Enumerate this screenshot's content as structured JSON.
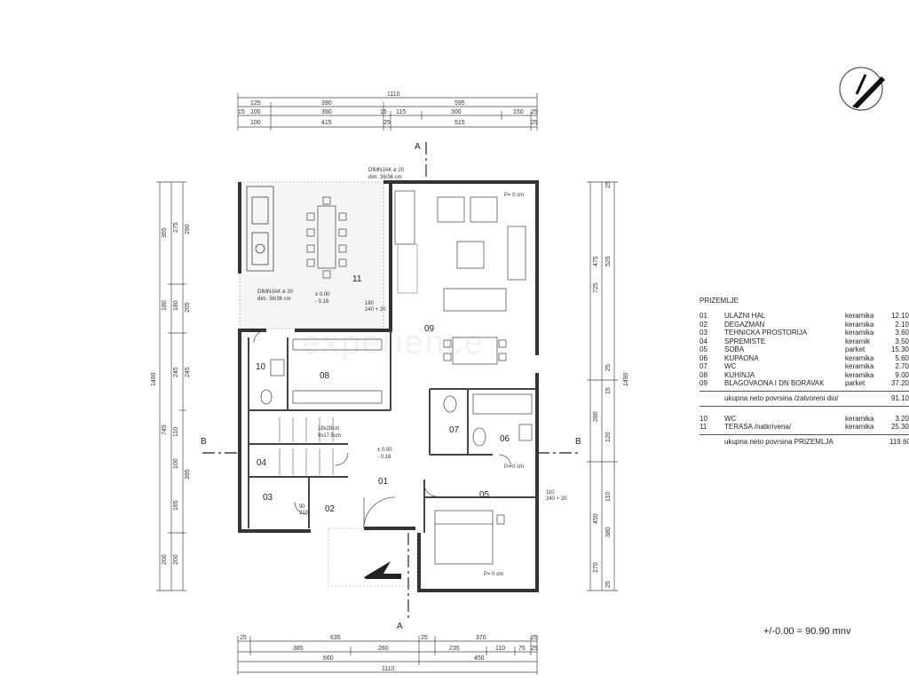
{
  "watermark": "experience",
  "dims_top": {
    "overall": "1110",
    "row1": [
      "125",
      "390",
      "595"
    ],
    "row2": [
      "15",
      "100",
      "390",
      "15",
      "115",
      "300",
      "150",
      "25"
    ],
    "row3": [
      "100",
      "415",
      "25",
      "515",
      "25"
    ]
  },
  "dims_bottom": {
    "row1": [
      "25",
      "635",
      "25",
      "370",
      "25"
    ],
    "row2": [
      "385",
      "260",
      "235",
      "110",
      "75",
      "25"
    ],
    "row3": [
      "660",
      "450"
    ],
    "overall": "1110"
  },
  "dims_left": {
    "overall": "1490",
    "outer": [
      "365",
      "180",
      "745",
      "200"
    ],
    "mid": [
      "275",
      "180",
      "245",
      "110",
      "100",
      "165",
      "200"
    ],
    "inner": [
      "290",
      "205",
      "245",
      "395"
    ]
  },
  "dims_right": {
    "overall": "1490",
    "outer": [
      "475",
      "725",
      "280",
      "450",
      "270"
    ],
    "mid": [
      "525",
      "15",
      "120",
      "110",
      "380"
    ],
    "inner": [
      "25",
      "25",
      "25"
    ]
  },
  "section_marks": {
    "top": "A",
    "bottom": "A",
    "left": "B",
    "right": "B"
  },
  "notes": {
    "chimney_top": [
      "DIMNJAK ø 20",
      "dim. 36/36 cm"
    ],
    "chimney_left": [
      "DIMNJAK ø 20",
      "dim. 36/36 cm"
    ],
    "level_terrace": [
      "± 0.00",
      "- 0.18"
    ],
    "level_hall": [
      "± 0.00",
      "- 0.18"
    ],
    "stair": [
      "18x28cm",
      "9x17.5cm"
    ],
    "p0": "P= 0 cm",
    "door_a": [
      "180",
      "240 + 20"
    ],
    "door_b": [
      "110",
      "240 + 20"
    ],
    "door_c": [
      "90",
      "210"
    ]
  },
  "rooms": [
    {
      "id": "11"
    },
    {
      "id": "09"
    },
    {
      "id": "10"
    },
    {
      "id": "08"
    },
    {
      "id": "07"
    },
    {
      "id": "06"
    },
    {
      "id": "04"
    },
    {
      "id": "01"
    },
    {
      "id": "03"
    },
    {
      "id": "02"
    },
    {
      "id": "05"
    }
  ],
  "legend": {
    "title": "PRIZEMLJE",
    "rows": [
      {
        "num": "01",
        "name": "ULAZNI HAL",
        "material": "keramika",
        "area": "12.10"
      },
      {
        "num": "02",
        "name": "DEGAZMAN",
        "material": "keramika",
        "area": "2.10"
      },
      {
        "num": "03",
        "name": "TEHNICKA PROSTORIJA",
        "material": "keramika",
        "area": "3.60"
      },
      {
        "num": "04",
        "name": "SPREMISTE",
        "material": "keramik",
        "area": "3.50"
      },
      {
        "num": "05",
        "name": "SOBA",
        "material": "parket",
        "area": "15.30"
      },
      {
        "num": "06",
        "name": "KUPAONA",
        "material": "keramika",
        "area": "5.60"
      },
      {
        "num": "07",
        "name": "WC",
        "material": "keramika",
        "area": "2.70"
      },
      {
        "num": "08",
        "name": "KUHINJA",
        "material": "keramika",
        "area": "9.00"
      },
      {
        "num": "09",
        "name": "BLAGOVAONA I DN BORAVAK",
        "material": "parket",
        "area": "37.20"
      }
    ],
    "subtotal": {
      "label": "ukupna neto povrsina /zatvoreni dio/",
      "area": "91.10"
    },
    "rows2": [
      {
        "num": "10",
        "name": "WC",
        "material": "keramika",
        "area": "3.20"
      },
      {
        "num": "11",
        "name": "TERASA /natkrivena/",
        "material": "keramika",
        "area": "25.30"
      }
    ],
    "total": {
      "label": "ukupna neto povrsina PRIZEMLJA",
      "area": "119.60"
    }
  },
  "level_note": "+/-0.00 = 90.90 mnv",
  "colors": {
    "wall": "#333333",
    "terrace": "#f3f3f3",
    "line": "#444444"
  }
}
